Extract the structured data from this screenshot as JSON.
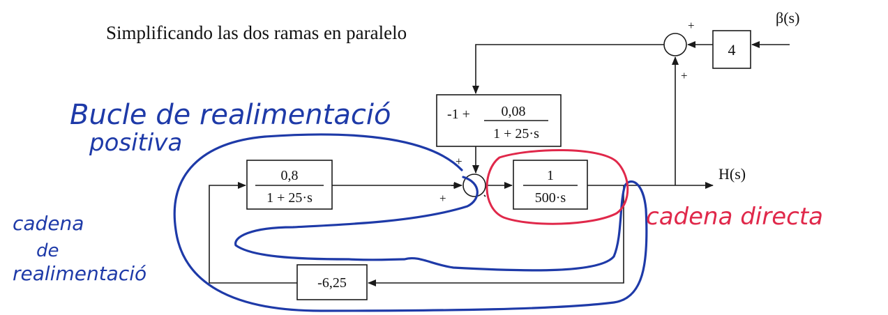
{
  "title": "Simplificando las dos ramas en paralelo",
  "signals": {
    "beta": "β(s)",
    "h": "H(s)"
  },
  "blocks": {
    "gain4": "4",
    "feedback_num": "0,8",
    "feedback_den": "1 + 25·s",
    "middle_prefix": "-1 +",
    "middle_num": "0,08",
    "middle_den": "1 + 25·s",
    "forward_num": "1",
    "forward_den": "500·s",
    "gain_neg": "-6,25"
  },
  "signs": {
    "top_sum_left": "+",
    "top_sum_bottom": "+",
    "main_sum_top": "+",
    "main_sum_left": "+",
    "main_sum_bottom": "+"
  },
  "annotations": {
    "loop_line1": "Bucle de realimentació",
    "loop_line2": "positiva",
    "feedback_chain_1": "cadena",
    "feedback_chain_2": "de",
    "feedback_chain_3": "realimentació",
    "direct_chain": "cadena directa"
  },
  "colors": {
    "ink": "#1a1a1a",
    "blue_ink": "#1e3aa8",
    "red_ink": "#e0284a"
  }
}
